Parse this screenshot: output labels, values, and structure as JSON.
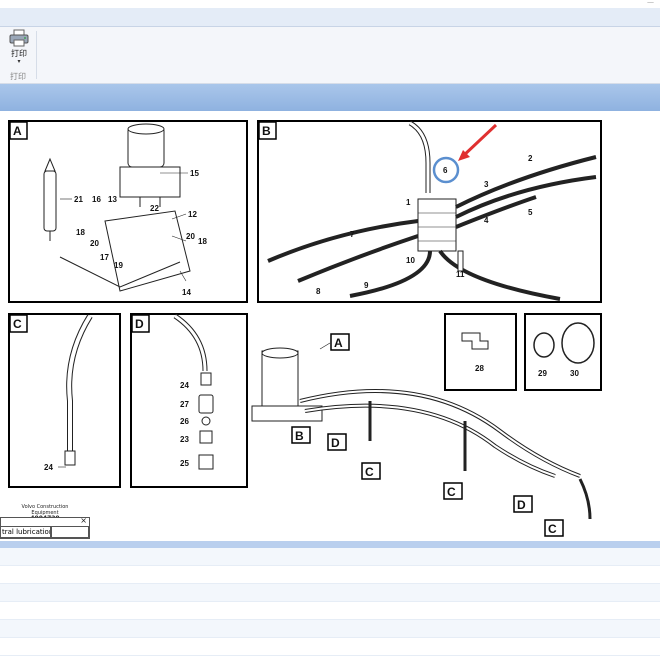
{
  "toolbar": {
    "print_label": "打印",
    "print_dropdown": "▾",
    "group_label": "打印",
    "corner_text": "—"
  },
  "diagram": {
    "panel_labels": [
      "A",
      "B",
      "C",
      "D"
    ],
    "overview_labels": [
      "A",
      "B",
      "C",
      "D",
      "C",
      "C",
      "D"
    ],
    "callouts_A": [
      "15",
      "21",
      "16",
      "13",
      "22",
      "12",
      "18",
      "20",
      "18",
      "20",
      "17",
      "19",
      "14"
    ],
    "callouts_B": [
      "6",
      "2",
      "3",
      "4",
      "5",
      "1",
      "7",
      "10",
      "11",
      "8",
      "9"
    ],
    "callouts_C": [
      "24"
    ],
    "callouts_D": [
      "24",
      "27",
      "26",
      "23",
      "25"
    ],
    "callouts_parts": [
      "28",
      "29",
      "30"
    ]
  },
  "vendor": {
    "line1": "Volvo Construction",
    "line2": "Equipment",
    "code": "4004720"
  },
  "mini_window": {
    "close": "×",
    "cell_text": "tral lubrication"
  },
  "colors": {
    "accent_blue": "#8fb2e0",
    "highlight_circle": "#5b8fcf",
    "pointer_arrow": "#e03030"
  }
}
